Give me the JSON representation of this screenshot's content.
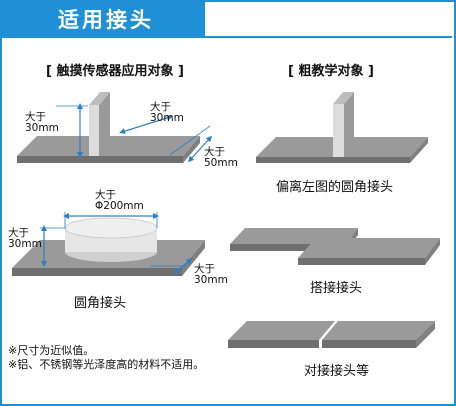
{
  "header": {
    "title": "适用接头"
  },
  "left_section": {
    "label": "[ 触摸传感器应用对象 ]",
    "top_annotations": {
      "height": "大于\n30mm",
      "width": "大于\n30mm",
      "depth": "大于\n50mm"
    },
    "round_annotations": {
      "diameter": "大于\nΦ200mm",
      "height": "大于\n30mm",
      "margin": "大于\n30mm"
    },
    "round_caption": "圆角接头",
    "notes": [
      "※尺寸为近似值。",
      "※铝、不锈钢等光泽度高的材料不适用。"
    ]
  },
  "right_section": {
    "label": "[ 粗教学对象 ]",
    "captions": [
      "偏离左图的圆角接头",
      "搭接接头",
      "对接接头等"
    ]
  },
  "colors": {
    "accent": "#1f8fd6",
    "plate_top": "#9a9a9a",
    "plate_side": "#6f6f6f",
    "cylinder": "#e6e6e6",
    "dim_line": "#2a7fc9"
  }
}
